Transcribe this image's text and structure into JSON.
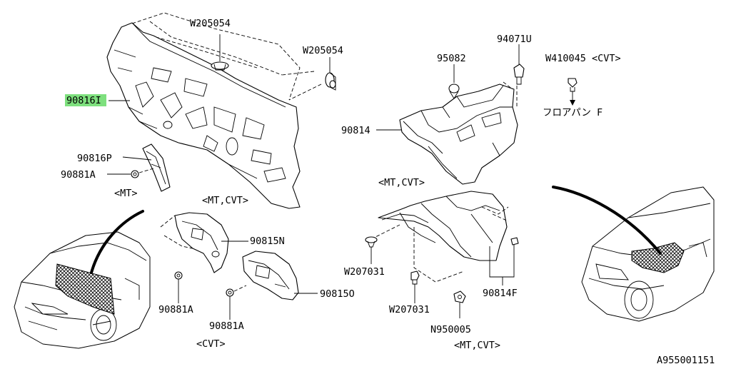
{
  "labels": {
    "w205054_a": "W205054",
    "w205054_b": "W205054",
    "p90816I": "90816I",
    "p90816P": "90816P",
    "p90881A_1": "90881A",
    "mt_1": "<MT>",
    "mtcvt_1": "<MT,CVT>",
    "p95082": "95082",
    "p94071U": "94071U",
    "w410045": "W410045 <CVT>",
    "floorpan": "フロアパン F",
    "p90814": "90814",
    "mtcvt_2": "<MT,CVT>",
    "p90815N": "90815N",
    "p90815O": "90815O",
    "p90881A_2": "90881A",
    "p90881A_3": "90881A",
    "cvt_1": "<CVT>",
    "w207031_a": "W207031",
    "w207031_b": "W207031",
    "n950005": "N950005",
    "p90814F": "90814F",
    "mtcvt_3": "<MT,CVT>",
    "ref": "A955001151"
  },
  "colors": {
    "highlight": "#7ee07e",
    "line": "#000000"
  }
}
